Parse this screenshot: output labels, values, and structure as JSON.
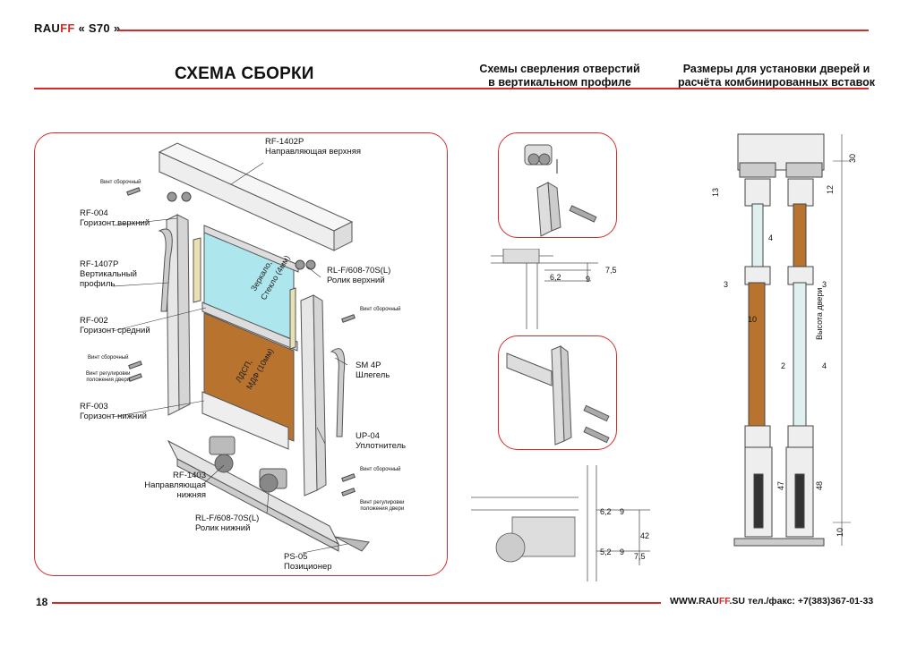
{
  "header": {
    "brand_prefix": "RAU",
    "brand_ff": "FF",
    "brand_model": " « S70 »",
    "title": "СХЕМА СБОРКИ",
    "col2_title_l1": "Схемы сверления отверстий",
    "col2_title_l2": "в вертикальном профиле",
    "col3_title_l1": "Размеры для установки дверей и",
    "col3_title_l2": "расчёта комбинированных вставок"
  },
  "assembly": {
    "rf1402p_code": "RF-1402P",
    "rf1402p_name": "Направляющая верхняя",
    "vint1": "Винт сборочный",
    "rf004_code": "RF-004",
    "rf004_name": "Горизонт верхний",
    "rf1407p_code": "RF-1407P",
    "rf1407p_name_l1": "Вертикальный",
    "rf1407p_name_l2": "профиль",
    "rl_upper_code": "RL-F/608-70S(L)",
    "rl_upper_name": "Ролик верхний",
    "vint2": "Винт сборочный",
    "rf002_code": "RF-002",
    "rf002_name": "Горизонт средний",
    "vint3": "Винт сборочный",
    "vint_reg_l1": "Винт регулировки",
    "vint_reg_l2": "положения двери",
    "sm4p_code": "SM 4P",
    "sm4p_name": "Шлегель",
    "rf003_code": "RF-003",
    "rf003_name": "Горизонт нижний",
    "up04_code": "UP-04",
    "up04_name": "Уплотнитель",
    "rf1403_code": "RF-1403",
    "rf1403_name": "Направляющая нижняя",
    "vint4": "Винт сборочный",
    "vint_reg2_l1": "Винт регулировки",
    "vint_reg2_l2": "положения двери",
    "rl_lower_code": "RL-F/608-70S(L)",
    "rl_lower_name": "Ролик нижний",
    "ps05_code": "PS-05",
    "ps05_name": "Позиционер",
    "glass_l1": "Зеркало,",
    "glass_l2": "Стекло (4мм)",
    "wood_l1": "ЛДСП,",
    "wood_l2": "МДФ (10мм)"
  },
  "drilling": {
    "d_6_2": "6,2",
    "d_9": "9",
    "d_7_5": "7,5",
    "b_6_2": "6,2",
    "b_9a": "9",
    "b_5_2": "5,2",
    "b_9b": "9",
    "b_42": "42",
    "b_7_5": "7,5"
  },
  "sizes": {
    "d30": "30",
    "d13": "13",
    "d12": "12",
    "d4a": "4",
    "d3a": "3",
    "d3b": "3",
    "d10": "10",
    "d2": "2",
    "d4b": "4",
    "door_height": "Высота двери",
    "d47": "47",
    "d48": "48",
    "d10b": "10"
  },
  "footer": {
    "page": "18",
    "site_a": "WWW.RAU",
    "site_ff": "FF",
    "site_b": ".SU",
    "phone": "тел./факс: +7(383)367-01-33"
  }
}
